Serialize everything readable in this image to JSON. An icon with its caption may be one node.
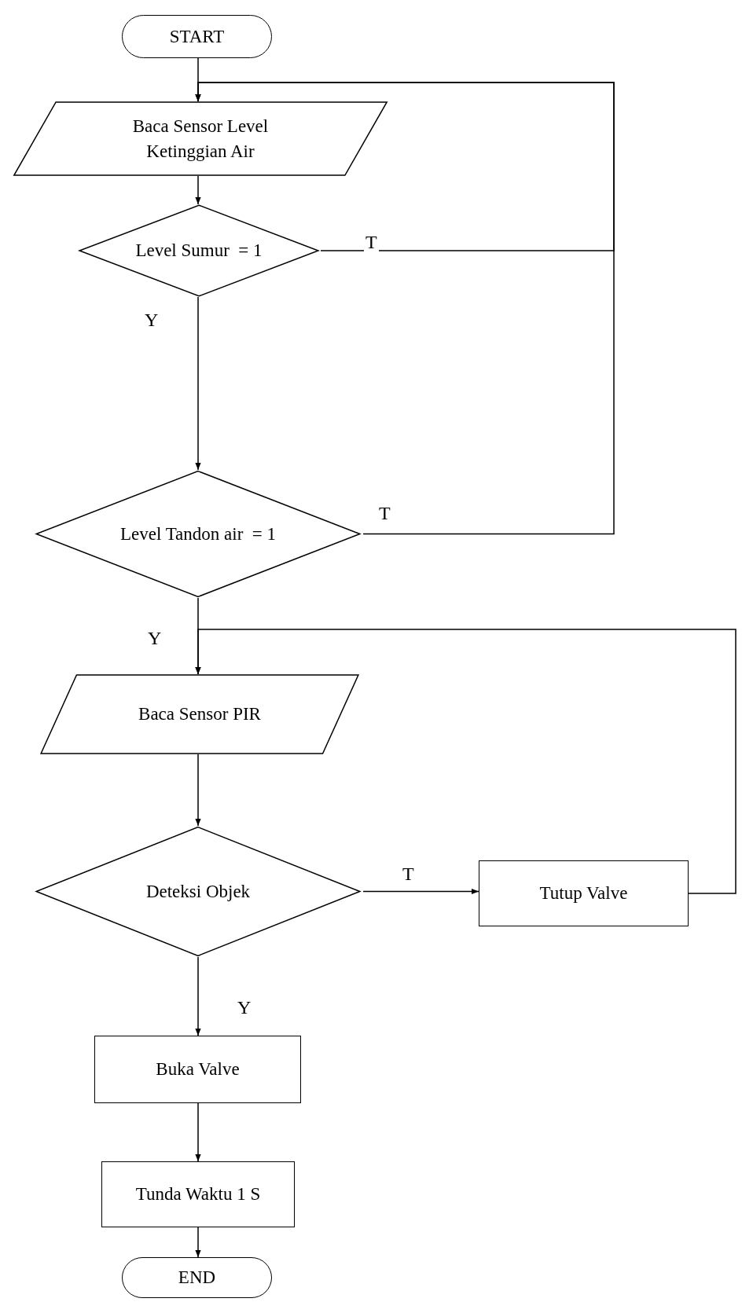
{
  "diagram": {
    "nodes": [
      {
        "text": [
          "START"
        ]
      },
      {
        "text": [
          "Baca Sensor Level Ketinggian Air"
        ]
      },
      {
        "text": [
          "Level Sumur  = 1"
        ]
      },
      {
        "text": [
          "Level Tandon air  = 1"
        ]
      },
      {
        "text": [
          "Baca Sensor PIR"
        ]
      },
      {
        "text": [
          "Deteksi Objek"
        ]
      },
      {
        "text": [
          "Tutup Valve"
        ]
      },
      {
        "text": [
          "Buka Valve"
        ]
      },
      {
        "text": [
          "Tunda Waktu 1 S"
        ]
      },
      {
        "text": [
          "END"
        ]
      }
    ],
    "edges": [
      {
        "from": 0,
        "to": 1,
        "arrow": "to"
      },
      {
        "from": 1,
        "to": 2,
        "arrow": "to"
      },
      {
        "from": 2,
        "to": 3,
        "arrow": "to",
        "label": "Y"
      },
      {
        "from": 2,
        "to": 1,
        "arrow": "to",
        "label": "T"
      },
      {
        "from": 3,
        "to": 1,
        "arrow": "to",
        "label": "T"
      },
      {
        "from": 3,
        "to": 4,
        "arrow": "to",
        "label": "Y"
      },
      {
        "from": 4,
        "to": 5,
        "arrow": "to"
      },
      {
        "from": 5,
        "to": 6,
        "arrow": "to",
        "label": "T"
      },
      {
        "from": 5,
        "to": 7,
        "arrow": "to",
        "label": "Y"
      },
      {
        "from": 6,
        "to": 4,
        "arrow": "to"
      },
      {
        "from": 7,
        "to": 8,
        "arrow": "to"
      },
      {
        "from": 8,
        "to": 9,
        "arrow": "to"
      }
    ]
  }
}
